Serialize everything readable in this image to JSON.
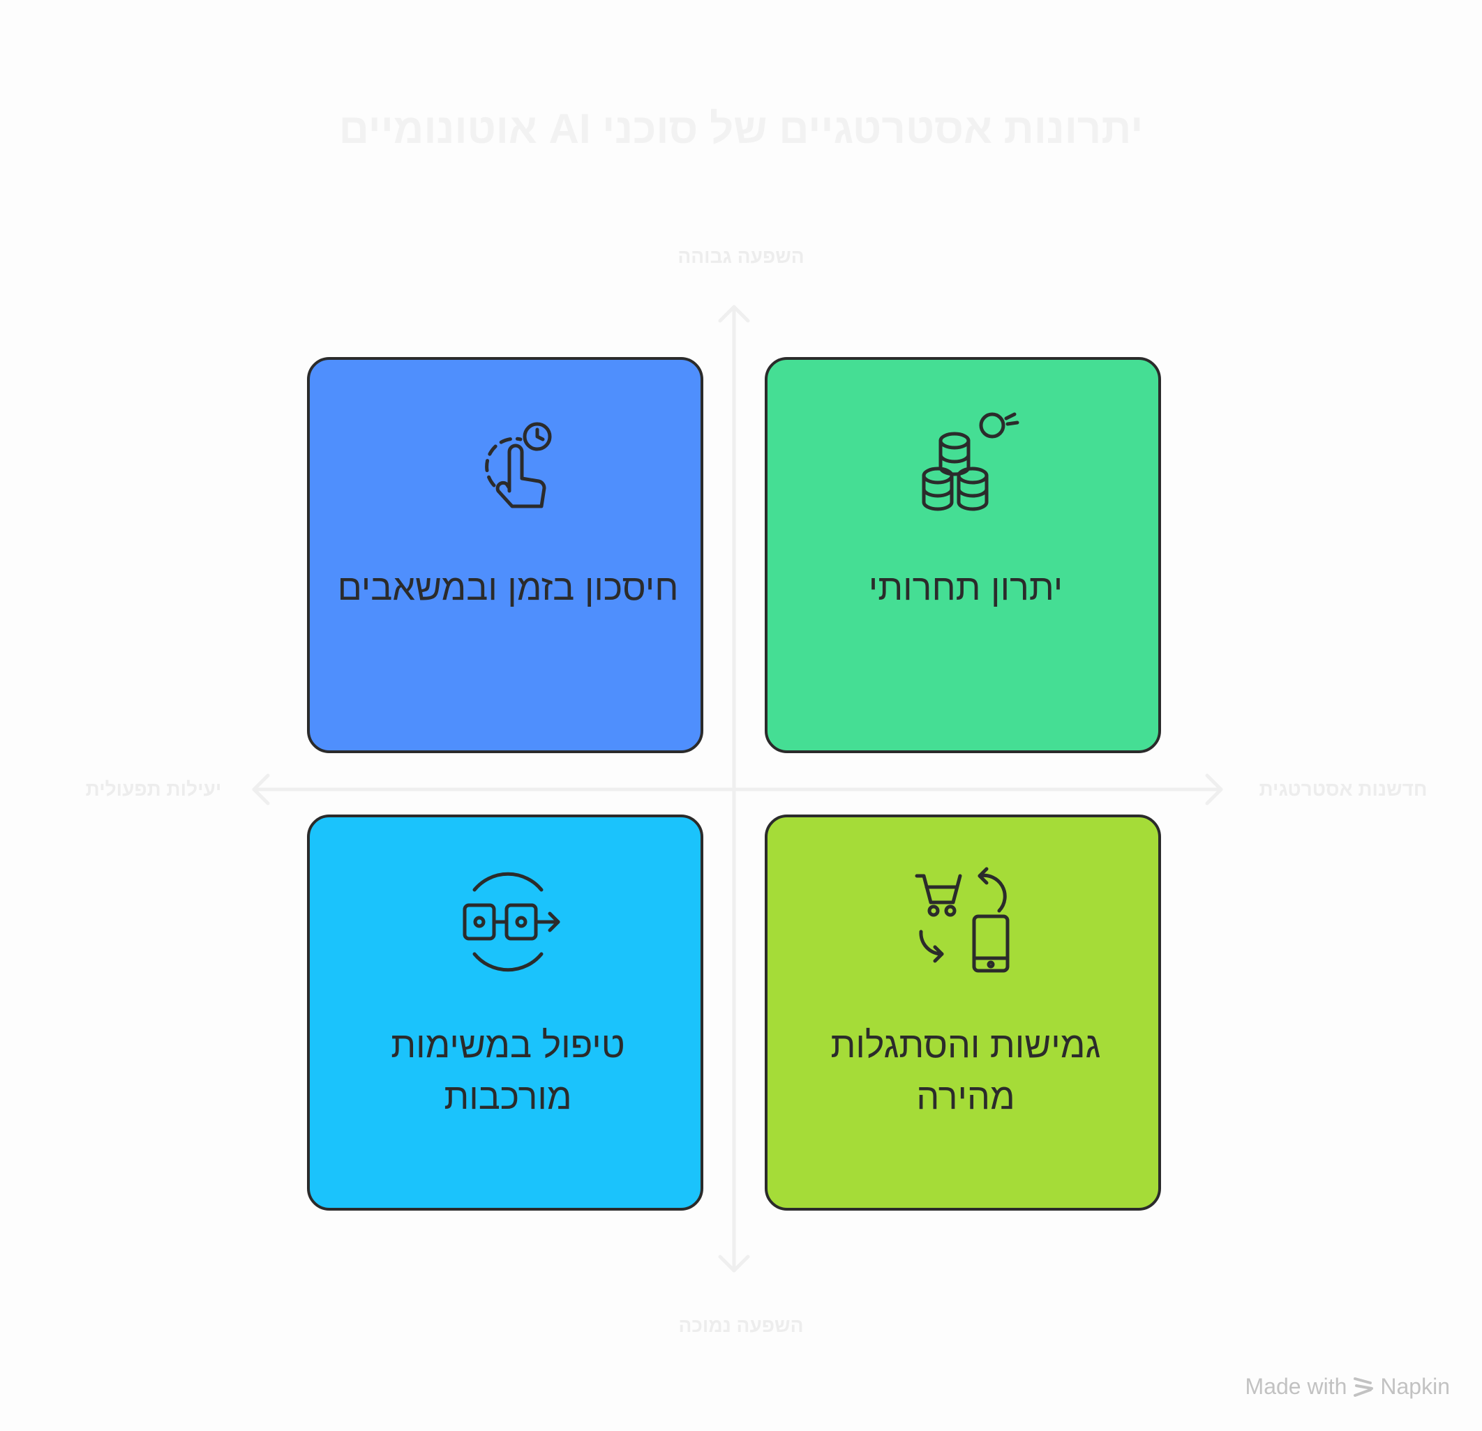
{
  "title": "יתרונות אסטרטגיים של סוכני AI אוטונומיים",
  "axes": {
    "top": "השפעה גבוהה",
    "bottom": "השפעה נמוכה",
    "left": "יעילות תפעולית",
    "right": "חדשנות אסטרטגית"
  },
  "quadrants": [
    {
      "position": "top-left",
      "label": "חיסכון בזמן ובמשאבים",
      "icon": "hand-clock-icon",
      "color": "#4f8ffd"
    },
    {
      "position": "top-right",
      "label": "יתרון תחרותי",
      "icon": "coins-stack-icon",
      "color": "#45de94"
    },
    {
      "position": "bottom-left",
      "label": "טיפול במשימות מורכבות",
      "icon": "process-cycle-icon",
      "color": "#1bc3fc"
    },
    {
      "position": "bottom-right",
      "label": "גמישות והסתגלות מהירה",
      "icon": "cart-phone-exchange-icon",
      "color": "#a5dc38"
    }
  ],
  "footer": {
    "made_with": "Made with",
    "brand": "Napkin"
  }
}
